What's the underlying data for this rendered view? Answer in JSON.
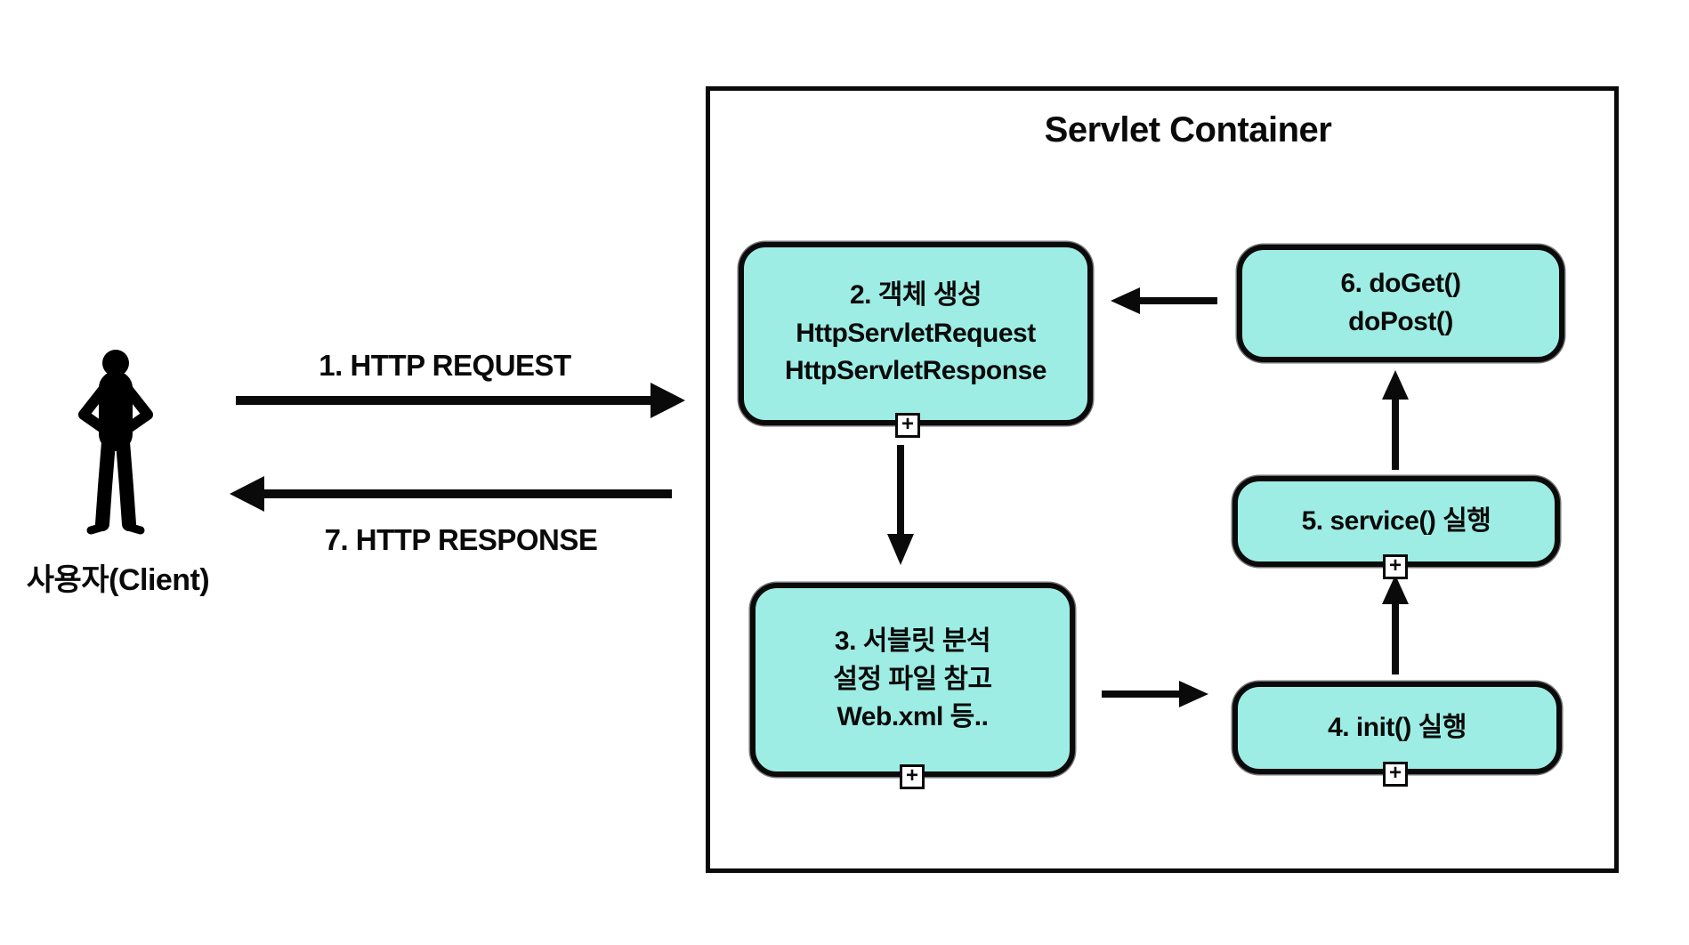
{
  "diagram": {
    "title": "Servlet Container"
  },
  "client": {
    "label": "사용자(Client)",
    "icon": "person-silhouette"
  },
  "flows": {
    "request": "1. HTTP REQUEST",
    "response": "7. HTTP RESPONSE"
  },
  "boxes": {
    "create_objects": {
      "lines": [
        "2. 객체 생성",
        "HttpServletRequest",
        "HttpServletResponse"
      ]
    },
    "analyze_servlet": {
      "lines": [
        "3. 서블릿 분석",
        "설정 파일 참고",
        "Web.xml 등.."
      ]
    },
    "init": {
      "lines": [
        "4. init() 실행"
      ]
    },
    "service": {
      "lines": [
        "5. service() 실행"
      ]
    },
    "do_get_post": {
      "lines": [
        "6. doGet()",
        "doPost()"
      ]
    }
  },
  "icons": {
    "expand_plus": "+"
  },
  "colors": {
    "box_fill": "#9DEDE4",
    "ink": "#0a0a0a",
    "background": "#ffffff"
  }
}
